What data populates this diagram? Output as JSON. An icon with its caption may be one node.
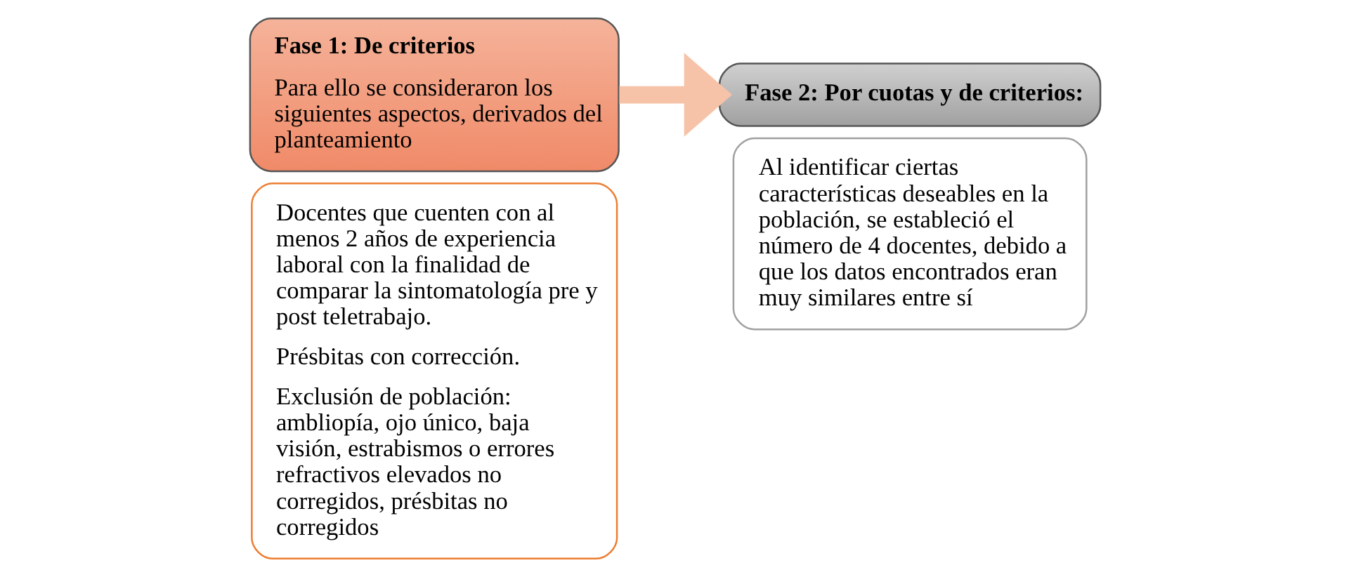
{
  "diagram": {
    "nodes": [
      {
        "text": [
          "Fase 1: De criterios",
          "Para ello se consideraron los siguientes aspectos, derivados del planteamiento"
        ]
      },
      {
        "text": [
          "Docentes que cuenten con al menos 2 años de experiencia laboral con la finalidad de comparar la sintomatología pre y post teletrabajo.",
          "Présbitas con corrección.",
          "Exclusión de población: ambliopía, ojo único, baja visión, estrabismos o errores refractivos elevados no corregidos, présbitas no corregidos"
        ]
      },
      {
        "text": [
          "Fase 2: Por cuotas y de criterios:"
        ]
      },
      {
        "text": [
          "Al identificar ciertas características deseables en la población, se estableció el número de 4 docentes, debido a que los datos encontrados eran muy similares entre sí"
        ]
      }
    ],
    "edges": [
      {
        "from": 0,
        "to": 2,
        "arrow": "to",
        "color": "#f7c3a8"
      }
    ]
  }
}
